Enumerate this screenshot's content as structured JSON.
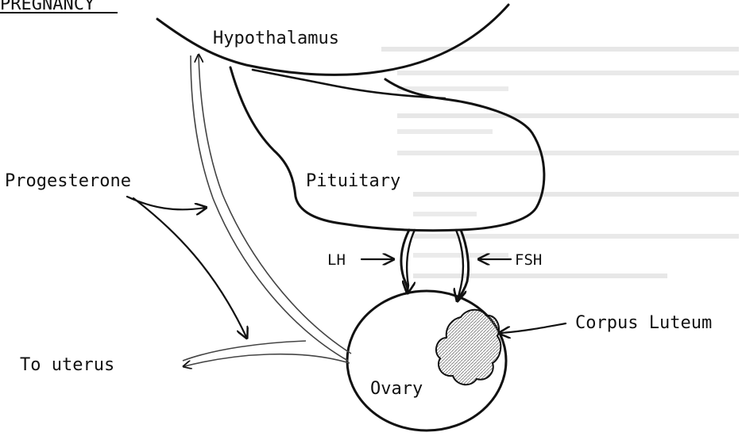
{
  "header": {
    "title": "PREGNANCY"
  },
  "labels": {
    "hypothalamus": "Hypothalamus",
    "pituitary": "Pituitary",
    "progesterone": "Progesterone",
    "lh": "LH",
    "fsh": "FSH",
    "corpus_luteum": "Corpus Luteum",
    "to_uterus": "To uterus",
    "ovary": "Ovary"
  },
  "colors": {
    "ink": "#111111",
    "background": "#ffffff",
    "bleed_through": "#c8c8c8"
  },
  "icons": {
    "lh_arrow": "arrow-right-icon",
    "fsh_arrow": "arrow-left-icon",
    "corpus_luteum_arrow": "arrow-left-icon"
  }
}
